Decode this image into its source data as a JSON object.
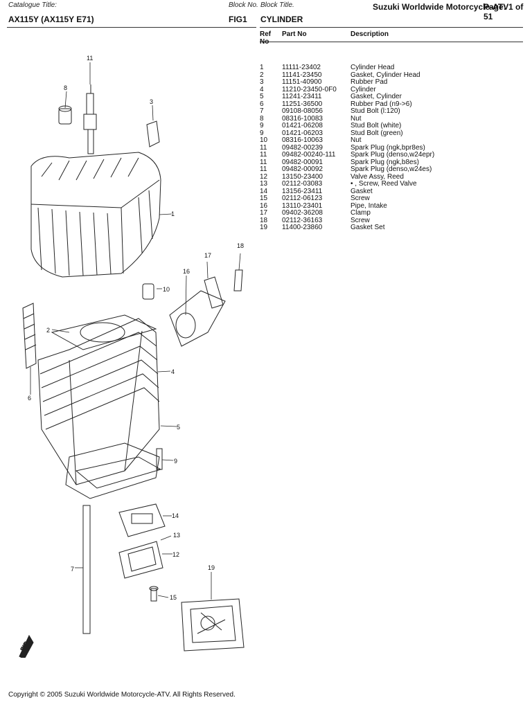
{
  "header": {
    "catalogue_title_label": "Catalogue Title:",
    "catalogue_title": "AX115Y (AX115Y E71)",
    "block_no_label": "Block No.",
    "block_no": "FIG1",
    "block_title_label": "Block Title.",
    "block_title": "CYLINDER",
    "publisher": "Suzuki Worldwide Motorcycle-ATV",
    "page": "Page: 1 of 51"
  },
  "table": {
    "headers": {
      "ref": "Ref No",
      "part": "Part No",
      "desc": "Description"
    },
    "rows": [
      {
        "ref": "1",
        "part": "11111-23402",
        "desc": "Cylinder Head"
      },
      {
        "ref": "2",
        "part": "11141-23450",
        "desc": "Gasket, Cylinder Head"
      },
      {
        "ref": "3",
        "part": "11151-40900",
        "desc": "Rubber Pad"
      },
      {
        "ref": "4",
        "part": "11210-23450-0F0",
        "desc": "Cylinder"
      },
      {
        "ref": "5",
        "part": "11241-23411",
        "desc": "Gasket, Cylinder"
      },
      {
        "ref": "6",
        "part": "11251-36500",
        "desc": "Rubber Pad (n9->6)"
      },
      {
        "ref": "7",
        "part": "09108-08056",
        "desc": "Stud Bolt (l:120)"
      },
      {
        "ref": "8",
        "part": "08316-10083",
        "desc": "Nut"
      },
      {
        "ref": "9",
        "part": "01421-06208",
        "desc": "Stud Bolt (white)"
      },
      {
        "ref": "9",
        "part": "01421-06203",
        "desc": "Stud Bolt (green)"
      },
      {
        "ref": "10",
        "part": "08316-10063",
        "desc": "Nut"
      },
      {
        "ref": "11",
        "part": "09482-00239",
        "desc": "Spark Plug (ngk,bpr8es)"
      },
      {
        "ref": "11",
        "part": "09482-00240-111",
        "desc": "Spark Plug (denso,w24epr)"
      },
      {
        "ref": "11",
        "part": "09482-00091",
        "desc": "Spark Plug (ngk,b8es)"
      },
      {
        "ref": "11",
        "part": "09482-00092",
        "desc": "Spark Plug (denso,w24es)"
      },
      {
        "ref": "12",
        "part": "13150-23400",
        "desc": "Valve Assy, Reed"
      },
      {
        "ref": "13",
        "part": "02112-03083",
        "desc": "• , Screw, Reed Valve"
      },
      {
        "ref": "14",
        "part": "13156-23411",
        "desc": "Gasket"
      },
      {
        "ref": "15",
        "part": "02112-06123",
        "desc": "Screw"
      },
      {
        "ref": "16",
        "part": "13110-23401",
        "desc": "Pipe, Intake"
      },
      {
        "ref": "17",
        "part": "09402-36208",
        "desc": "Clamp"
      },
      {
        "ref": "18",
        "part": "02112-36163",
        "desc": "Screw"
      },
      {
        "ref": "19",
        "part": "11400-23860",
        "desc": "Gasket Set"
      }
    ]
  },
  "diagram": {
    "callouts": [
      "1",
      "2",
      "3",
      "4",
      "5",
      "6",
      "7",
      "8",
      "9",
      "10",
      "11",
      "12",
      "13",
      "14",
      "15",
      "16",
      "17",
      "18",
      "19"
    ],
    "fwd_icon": "FWD"
  },
  "footer": {
    "copyright": "Copyright © 2005  Suzuki Worldwide Motorcycle-ATV.  All Rights Reserved."
  }
}
